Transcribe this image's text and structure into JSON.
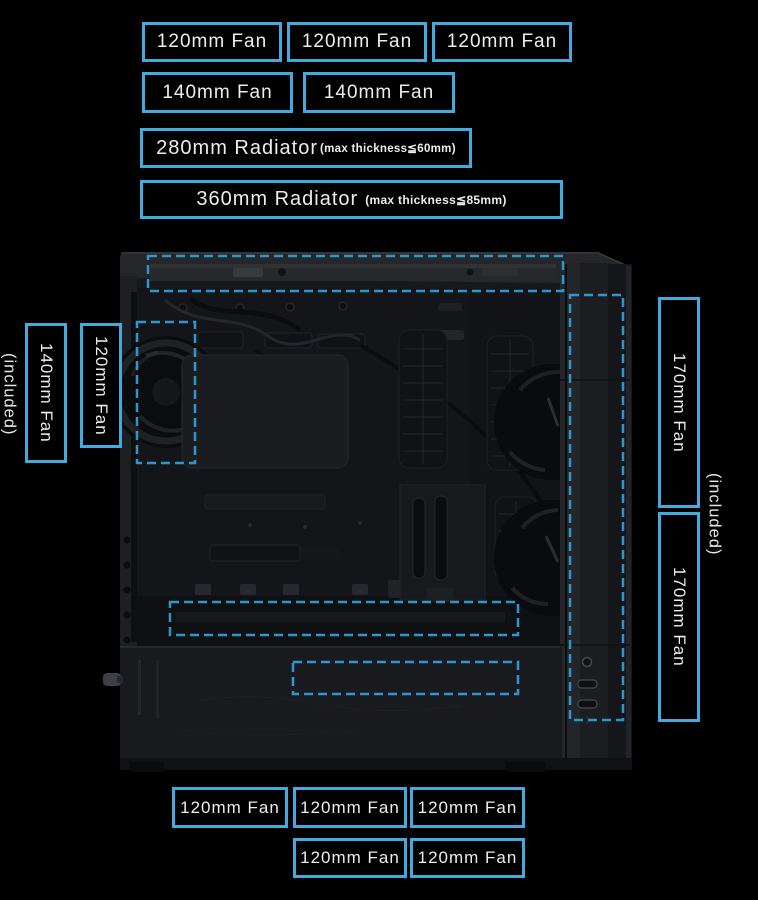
{
  "colors": {
    "background": "#000000",
    "label_border": "#43aadd",
    "dashed_zone": "#2e96cc",
    "label_text": "#ededed"
  },
  "top_labels": {
    "row1": [
      "120mm Fan",
      "120mm Fan",
      "120mm Fan"
    ],
    "row2": [
      "140mm Fan",
      "140mm Fan"
    ],
    "radiator_280": {
      "main": "280mm Radiator",
      "note": "(max thickness≦60mm)"
    },
    "radiator_360": {
      "main": "360mm Radiator",
      "note": "(max thickness≦85mm)"
    }
  },
  "left_labels": {
    "included": "(included)",
    "fan_140": "140mm Fan",
    "fan_120": "120mm Fan"
  },
  "right_labels": {
    "fan_170_top": "170mm Fan",
    "fan_170_bottom": "170mm Fan",
    "included": "(included)"
  },
  "bottom_labels": {
    "row1": [
      "120mm Fan",
      "120mm Fan",
      "120mm Fan"
    ],
    "row2": [
      "120mm Fan",
      "120mm Fan"
    ]
  }
}
